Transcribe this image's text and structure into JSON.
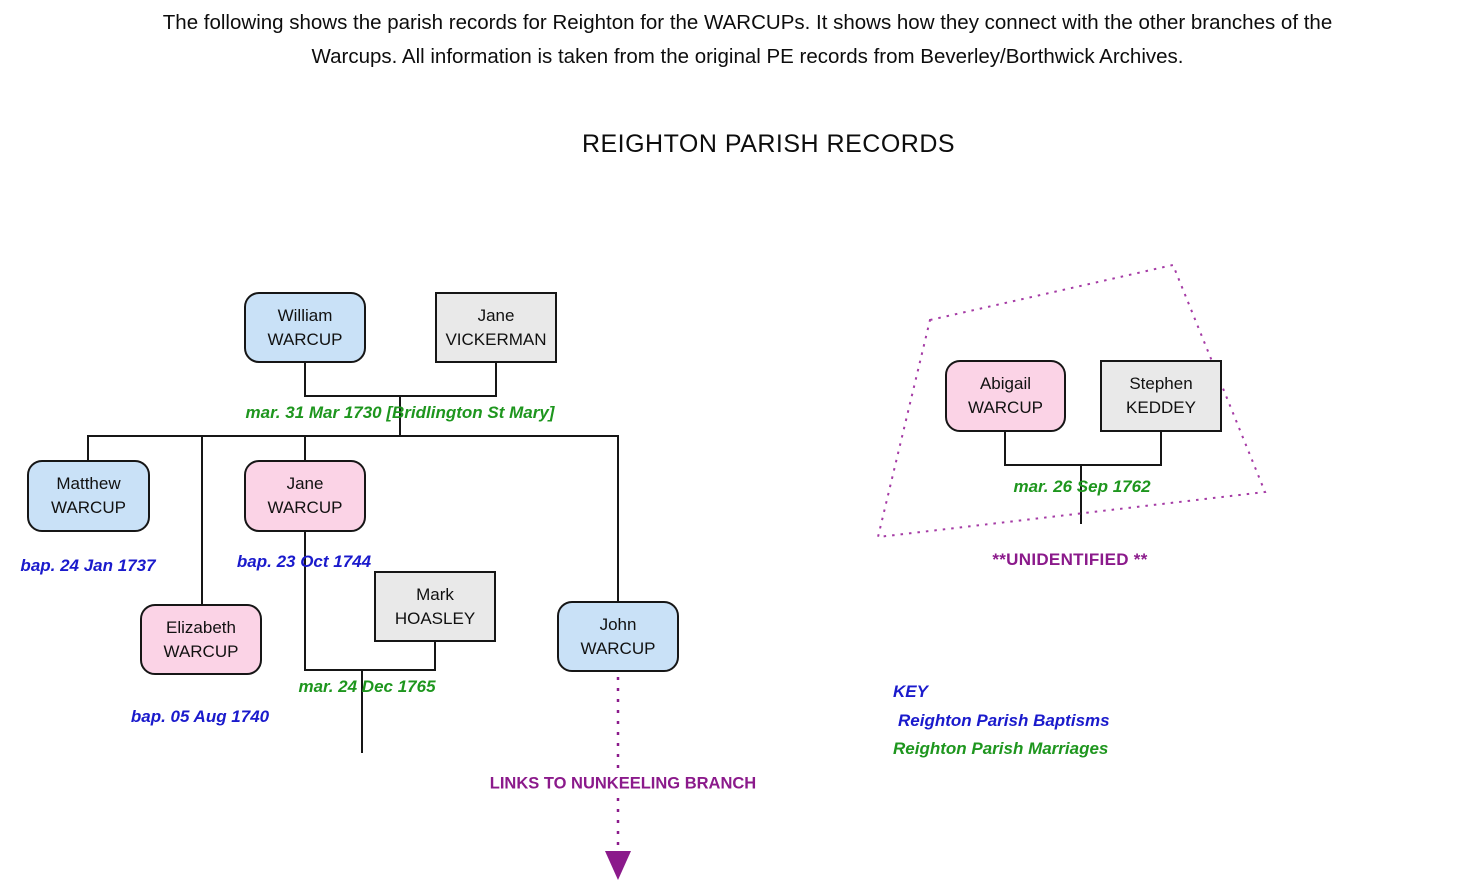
{
  "header": {
    "line1": "The following shows the parish records for Reighton for the WARCUPs. It shows how they connect with the other branches of the",
    "line2": "Warcups. All information is taken from the original PE records from Beverley/Borthwick Archives."
  },
  "title": "REIGHTON PARISH RECORDS",
  "people": {
    "william": {
      "first": "William",
      "last": "WARCUP"
    },
    "jane_vickerman": {
      "first": "Jane",
      "last": "VICKERMAN"
    },
    "matthew": {
      "first": "Matthew",
      "last": "WARCUP"
    },
    "jane_warcup": {
      "first": "Jane",
      "last": "WARCUP"
    },
    "elizabeth": {
      "first": "Elizabeth",
      "last": "WARCUP"
    },
    "mark_hoasley": {
      "first": "Mark",
      "last": "HOASLEY"
    },
    "john": {
      "first": "John",
      "last": "WARCUP"
    },
    "abigail": {
      "first": "Abigail",
      "last": "WARCUP"
    },
    "stephen_keddey": {
      "first": "Stephen",
      "last": "KEDDEY"
    }
  },
  "annotations": {
    "marriage_william_jane": "mar. 31 Mar 1730 [Bridlington St Mary]",
    "baptism_matthew": "bap. 24 Jan 1737",
    "baptism_jane": "bap. 23 Oct 1744",
    "baptism_elizabeth": "bap. 05 Aug 1740",
    "marriage_jane_mark": "mar. 24 Dec 1765",
    "marriage_abigail_stephen": "mar. 26 Sep 1762",
    "unidentified": "**UNIDENTIFIED **",
    "nunkeeling_link": "LINKS TO NUNKEELING BRANCH"
  },
  "key": {
    "title": "KEY",
    "baptisms": "Reighton Parish Baptisms",
    "marriages": "Reighton Parish Marriages"
  },
  "colors": {
    "member_blue_fill": "#c9e1f7",
    "member_pink_fill": "#fbd3e6",
    "spouse_grey_fill": "#e9e9e9",
    "marriage_green": "#1e961e",
    "baptism_blue": "#1a1acc",
    "link_purple": "#8b1a8b",
    "outline_purple": "#a53ba5"
  }
}
